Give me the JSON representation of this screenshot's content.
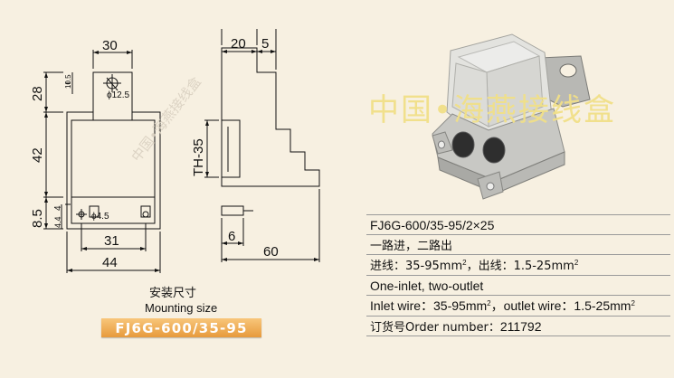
{
  "drawing": {
    "front_view": {
      "width_top": "30",
      "tab_offset": "10.5",
      "hole_dia": "ϕ12.5",
      "height_tab": "28",
      "height_body": "42",
      "height_low": "8.5",
      "hole_offset_low": "4",
      "hole_offset_low2": "4.4",
      "mount_hole": "ϕ4.5",
      "inner_width": "31",
      "overall_width": "44"
    },
    "side_view": {
      "dim_top_a": "20",
      "dim_top_b": "5",
      "rail_label": "TH-35",
      "dim_bottom_a": "6",
      "dim_bottom_b": "60"
    },
    "caption_cn": "安装尺寸",
    "caption_en": "Mounting size",
    "model_banner": "FJ6G-600/35-95"
  },
  "watermark": {
    "large": "中国•海燕接线盒",
    "small": "中国•海燕接线盒"
  },
  "specs": {
    "model": "FJ6G-600/35-95/2×25",
    "desc_cn": "一路进，二路出",
    "wire_cn_a": "进线：35-95mm",
    "wire_cn_a_sup": "2",
    "wire_cn_b": "，出线：1.5-25mm",
    "wire_cn_b_sup": "2",
    "desc_en": "One-inlet, two-outlet",
    "wire_en_a": "Inlet wire：35-95mm",
    "wire_en_a_sup": "2",
    "wire_en_b": "，outlet wire：1.5-25mm",
    "wire_en_b_sup": "2",
    "order_label": "订货号Order number：",
    "order_number": "211792"
  },
  "colors": {
    "background": "#f7f0e1",
    "banner": "#e79a3c",
    "watermark": "#f1e088"
  }
}
